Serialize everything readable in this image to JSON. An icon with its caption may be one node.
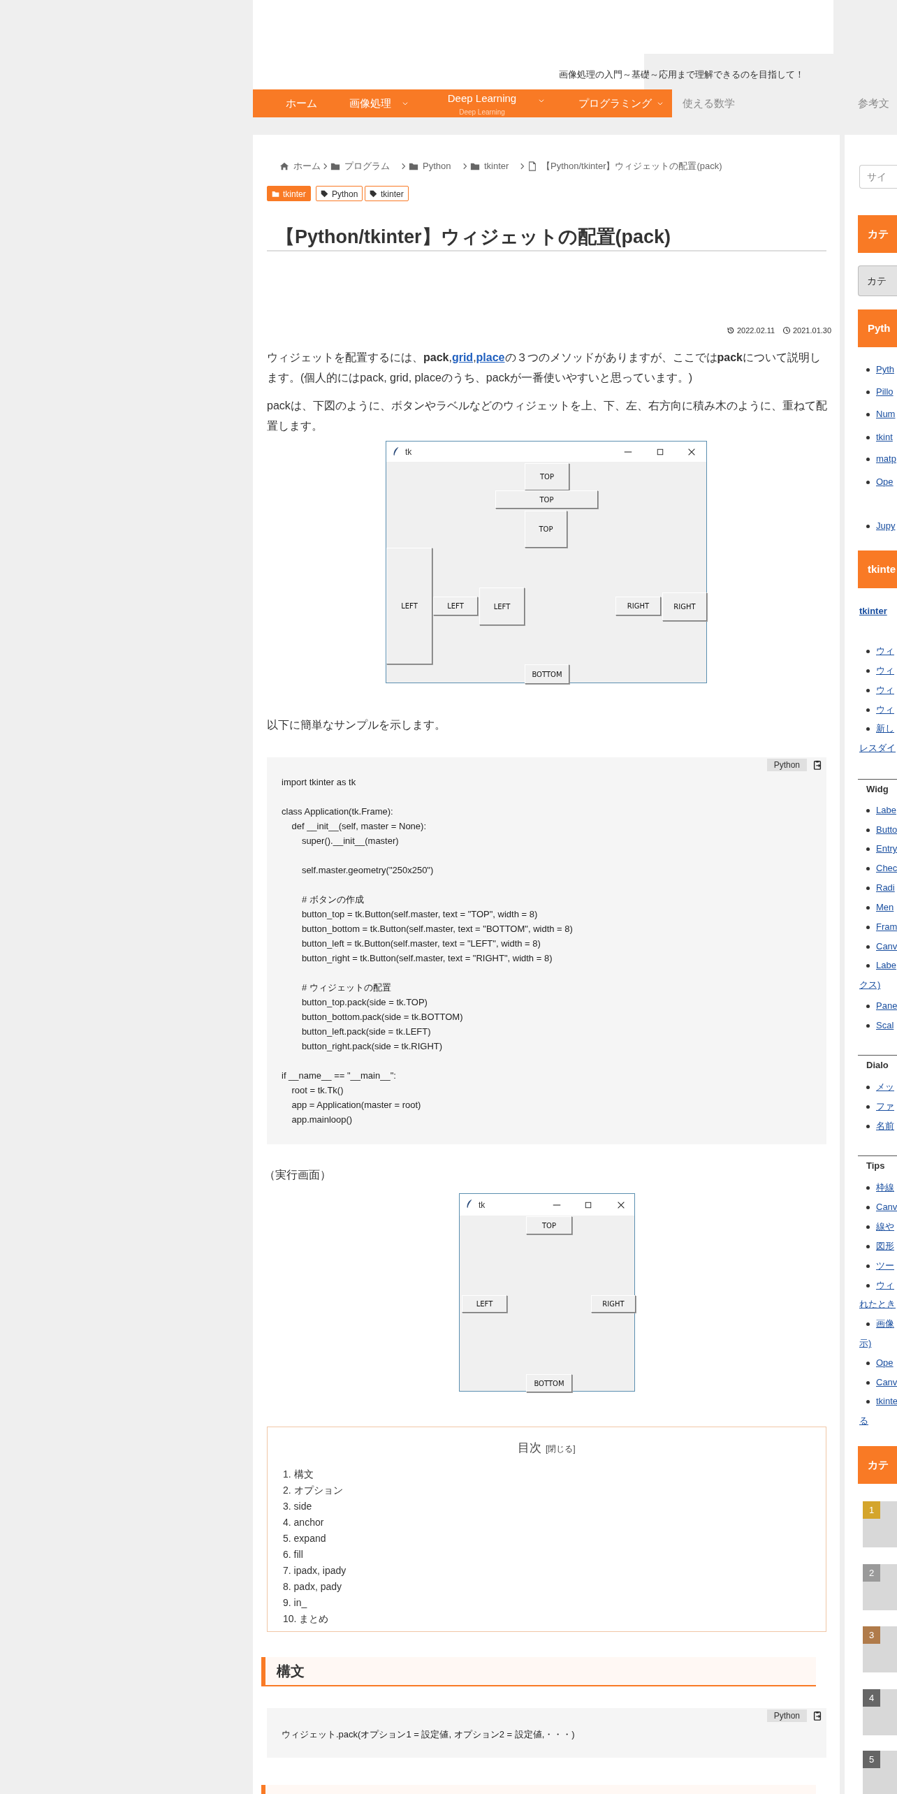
{
  "diagram": {
    "title": "【Python/tkinter】ウィジェットの配置(pack)",
    "nodes": [
      {
        "text": [
          "tk"
        ]
      },
      {
        "text": [
          "TOP"
        ],
        "in": 0
      },
      {
        "text": [
          "TOP"
        ],
        "in": 0
      },
      {
        "text": [
          "TOP"
        ],
        "in": 0
      },
      {
        "text": [
          "LEFT"
        ],
        "in": 0
      },
      {
        "text": [
          "LEFT"
        ],
        "in": 0
      },
      {
        "text": [
          "LEFT"
        ],
        "in": 0
      },
      {
        "text": [
          "RIGHT"
        ],
        "in": 0
      },
      {
        "text": [
          "RIGHT"
        ],
        "in": 0
      },
      {
        "text": [
          "BOTTOM"
        ],
        "in": 0
      },
      {
        "text": [
          "Python",
          "import tkinter as tk",
          "class Application(tk.Frame):",
          "    def __init__(self, master = None):",
          "        super().__init__(master)",
          "        self.master.geometry(\"250x250\")",
          "        # ボタンの作成",
          "        button_top = tk.Button(self.master, text = \"TOP\", width = 8)",
          "        button_bottom = tk.Button(self.master, text = \"BOTTOM\", width = 8)",
          "        button_left = tk.Button(self.master, text = \"LEFT\", width = 8)",
          "        button_right = tk.Button(self.master, text = \"RIGHT\", width = 8)",
          "        # ウィジェットの配置",
          "        button_top.pack(side = tk.TOP)",
          "        button_bottom.pack(side = tk.BOTTOM)",
          "        button_left.pack(side = tk.LEFT)",
          "        button_right.pack(side = tk.RIGHT)",
          "if __name__ == \"__main__\":",
          "    root = tk.Tk()",
          "    app = Application(master = root)",
          "    app.mainloop()"
        ]
      },
      {
        "text": [
          "tk"
        ]
      },
      {
        "text": [
          "TOP"
        ],
        "in": 11
      },
      {
        "text": [
          "LEFT"
        ],
        "in": 11
      },
      {
        "text": [
          "RIGHT"
        ],
        "in": 11
      },
      {
        "text": [
          "BOTTOM"
        ],
        "in": 11
      },
      {
        "text": [
          "目次",
          "[閉じる]",
          "1. 構文",
          "2. オプション",
          "3. side",
          "4. anchor",
          "5. expand",
          "6. fill",
          "7. ipadx, ipady",
          "8. padx, pady",
          "9. in_",
          "10. まとめ"
        ]
      },
      {
        "text": [
          "Python",
          "ウィジェット.pack(オプション1 = 設定値, オプション2 = 設定値,・・・)"
        ]
      }
    ],
    "labels": [
      "画像処理の入門～基礎～応用まで理解できるのを目指して！",
      "ホーム",
      "画像処理",
      "Deep Learning",
      "Deep Learning",
      "プログラミング",
      "使える数学",
      "参考文",
      "ホーム",
      "プログラム",
      "Python",
      "tkinter",
      "【Python/tkinter】ウィジェットの配置(pack)",
      "tkinter",
      "Python",
      "tkinter",
      "2022.02.11",
      "2021.01.30",
      "ウィジェットを配置するには、**pack**,**grid**,**place**の３つのメソッドがありますが、ここでは**pack**について説明します。(個人的にはpack, grid, placeのうち、packが一番使いやすいと思っています。)",
      "packは、下図のように、ボタンやラベルなどのウィジェットを上、下、左、右方向に積み木のように、重ねて配置します。",
      "以下に簡単なサンプルを示します。",
      "（実行画面）",
      "構文",
      "サイ",
      "カテ",
      "カテ",
      "Pyth",
      "Pyth",
      "Pillo",
      "Num",
      "tkint",
      "matp",
      "Ope",
      "Jupy",
      "tkinte",
      "tkinter",
      "ウィ",
      "ウィ",
      "ウィ",
      "ウィ",
      "新し",
      "レスダイ",
      "Widg",
      "Labe",
      "Butto",
      "Entry",
      "Chec",
      "Radi",
      "Men",
      "Fram",
      "Canv",
      "Labe",
      "クス)",
      "Pane",
      "Scal",
      "Dialo",
      "メッ",
      "ファ",
      "名前",
      "Tips",
      "枠線",
      "Canv",
      "線や",
      "図形",
      "ツー",
      "ウィ",
      "れたとき",
      "画像",
      "示)",
      "Ope",
      "Canv",
      "tkinte",
      "る",
      "カテ",
      "1",
      "2",
      "3",
      "4",
      "5"
    ]
  }
}
